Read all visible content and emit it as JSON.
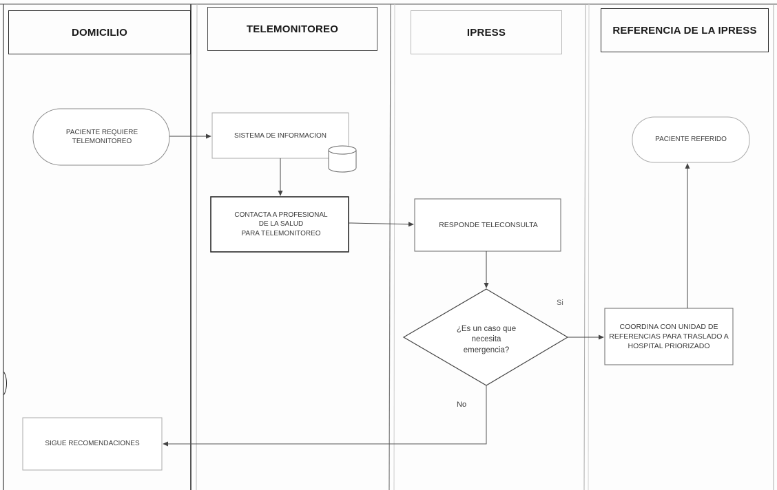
{
  "lanes": {
    "domicilio": "DOMICILIO",
    "telemonitoreo": "TELEMONITOREO",
    "ipress": "IPRESS",
    "referencia": "REFERENCIA DE LA IPRESS"
  },
  "nodes": {
    "paciente_requiere": "PACIENTE REQUIERE\nTELEMONITOREO",
    "sistema_informacion": "SISTEMA DE INFORMACION",
    "contacta_profesional": "CONTACTA A PROFESIONAL\nDE LA SALUD\nPARA TELEMONITOREO",
    "responde_teleconsulta": "RESPONDE TELECONSULTA",
    "es_emergencia": "¿Es un caso que\nnecesita\nemergencia?",
    "paciente_referido": "PACIENTE REFERIDO",
    "coordina_unidad": "COORDINA CON UNIDAD DE\nREFERENCIAS PARA TRASLADO A\nHOSPITAL PRIORIZADO",
    "sigue_recomendaciones": "SIGUE RECOMENDACIONES"
  },
  "edges": {
    "si_label": "Si",
    "no_label": "No"
  },
  "colors": {
    "line": "#555555",
    "border_dark": "#2a2a2a",
    "border_light": "#b5b5b5"
  }
}
